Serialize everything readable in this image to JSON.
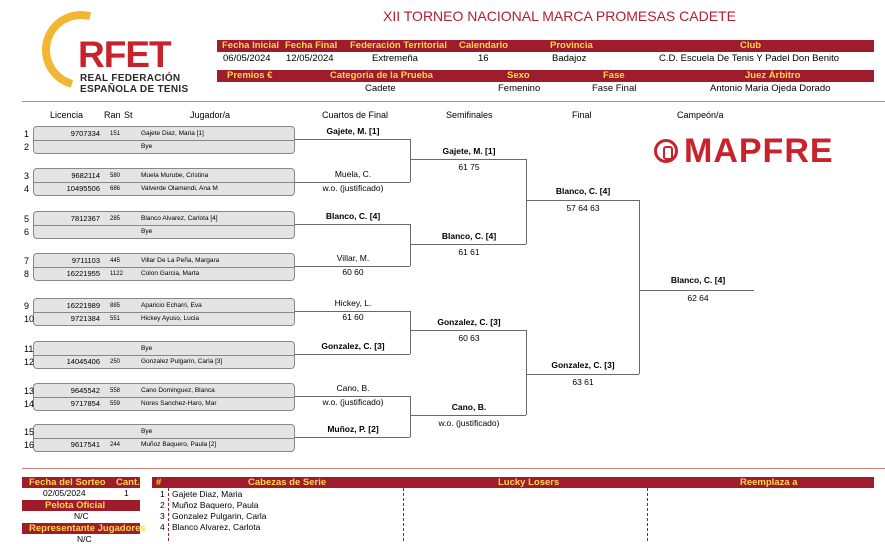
{
  "logo": {
    "letters": "RFET",
    "line1": "REAL FEDERACIÓN",
    "line2": "ESPAÑOLA DE TENIS"
  },
  "title": "XII TORNEO NACIONAL MARCA PROMESAS CADETE",
  "header": {
    "row1_titles": [
      "Fecha Inicial",
      "Fecha Final",
      "Federación Territorial",
      "Calendario",
      "Provincia",
      "Club"
    ],
    "row1_values": [
      "06/05/2024",
      "12/05/2024",
      "Extremeña",
      "16",
      "Badajoz",
      "C.D. Escuela De Tenis Y Padel Don Benito"
    ],
    "row2_titles": [
      "Premios €",
      "Categoría de la Prueba",
      "Sexo",
      "Fase",
      "Juez Árbitro"
    ],
    "row2_values": [
      "",
      "Cadete",
      "Femenino",
      "Fase Final",
      "Antonio Maria Ojeda Dorado"
    ]
  },
  "columns": {
    "licencia": "Licencia",
    "ran": "Ran",
    "st": "St",
    "jugador": "Jugador/a",
    "cuartos": "Cuartos de Final",
    "semifinales": "Semifinales",
    "final": "Final",
    "campeon": "Campeón/a"
  },
  "players": [
    {
      "n": "1",
      "lic": "9707334",
      "rank": "151",
      "name": "Gajete Diaz, Maria [1]"
    },
    {
      "n": "2",
      "lic": "",
      "rank": "",
      "name": "Bye"
    },
    {
      "n": "3",
      "lic": "9682114",
      "rank": "580",
      "name": "Muela Murube, Cristina"
    },
    {
      "n": "4",
      "lic": "10495506",
      "rank": "686",
      "name": "Valverde Olamendi, Ana M"
    },
    {
      "n": "5",
      "lic": "7812367",
      "rank": "285",
      "name": "Blanco Alvarez, Carlota [4]"
    },
    {
      "n": "6",
      "lic": "",
      "rank": "",
      "name": "Bye"
    },
    {
      "n": "7",
      "lic": "9711103",
      "rank": "445",
      "name": "Villar De La Peña, Margara"
    },
    {
      "n": "8",
      "lic": "16221955",
      "rank": "1122",
      "name": "Colon Garcia, Marta"
    },
    {
      "n": "9",
      "lic": "16221989",
      "rank": "885",
      "name": "Aparicio Echarri, Eva"
    },
    {
      "n": "10",
      "lic": "9721384",
      "rank": "551",
      "name": "Hickey Ayuso, Lucia"
    },
    {
      "n": "11",
      "lic": "",
      "rank": "",
      "name": "Bye"
    },
    {
      "n": "12",
      "lic": "14045406",
      "rank": "250",
      "name": "Gonzalez Pulgarin, Carla [3]"
    },
    {
      "n": "13",
      "lic": "9645542",
      "rank": "558",
      "name": "Cano Dominguez, Blanca"
    },
    {
      "n": "14",
      "lic": "9717854",
      "rank": "559",
      "name": "Nores Sanchez-Haro, Mar"
    },
    {
      "n": "15",
      "lic": "",
      "rank": "",
      "name": "Bye"
    },
    {
      "n": "16",
      "lic": "9617541",
      "rank": "244",
      "name": "Muñoz Baquero, Paula [2]"
    }
  ],
  "quarterfinals": [
    {
      "winner": "Gajete, M. [1]",
      "score": "",
      "bold": true
    },
    {
      "winner": "Muela, C.",
      "score": "w.o. (justificado)",
      "bold": false
    },
    {
      "winner": "Blanco, C. [4]",
      "score": "",
      "bold": true
    },
    {
      "winner": "Villar, M.",
      "score": "60 60",
      "bold": false
    },
    {
      "winner": "Hickey, L.",
      "score": "61 60",
      "bold": false
    },
    {
      "winner": "Gonzalez, C. [3]",
      "score": "",
      "bold": true
    },
    {
      "winner": "Cano, B.",
      "score": "w.o. (justificado)",
      "bold": false
    },
    {
      "winner": "Muñoz, P. [2]",
      "score": "",
      "bold": true
    }
  ],
  "semifinals": [
    {
      "winner": "Gajete, M. [1]",
      "score": "61 75"
    },
    {
      "winner": "Blanco, C. [4]",
      "score": "61 61"
    },
    {
      "winner": "Gonzalez, C. [3]",
      "score": "60 63"
    },
    {
      "winner": "Cano, B.",
      "score": "w.o. (justificado)"
    }
  ],
  "finals": [
    {
      "winner": "Blanco, C. [4]",
      "score": "57 64 63"
    },
    {
      "winner": "Gonzalez, C. [3]",
      "score": "63 61"
    }
  ],
  "champion": {
    "winner": "Blanco, C. [4]",
    "score": "62 64"
  },
  "sponsor": {
    "name": "MAPFRE"
  },
  "footer": {
    "fecha_sorteo_label": "Fecha del Sorteo",
    "fecha_sorteo": "02/05/2024",
    "cant_label": "Cant.",
    "cant": "1",
    "pelota_label": "Pelota Oficial",
    "pelota": "N/C",
    "representante_label": "Representante Jugadores",
    "representante": "N/C",
    "hash_label": "#",
    "cabezas_label": "Cabezas de Serie",
    "seeds": [
      {
        "n": "1",
        "name": "Gajete Diaz, Maria"
      },
      {
        "n": "2",
        "name": "Muñoz Baquero, Paula"
      },
      {
        "n": "3",
        "name": "Gonzalez Pulgarin, Carla"
      },
      {
        "n": "4",
        "name": "Blanco Alvarez, Carlota"
      }
    ],
    "lucky_label": "Lucky Losers",
    "reemplaza_label": "Reemplaza a"
  },
  "colors": {
    "accent": "#9e1c2c",
    "title_text": "#ffd84a",
    "logo_red": "#c8232c",
    "logo_gold": "#f2b632"
  }
}
